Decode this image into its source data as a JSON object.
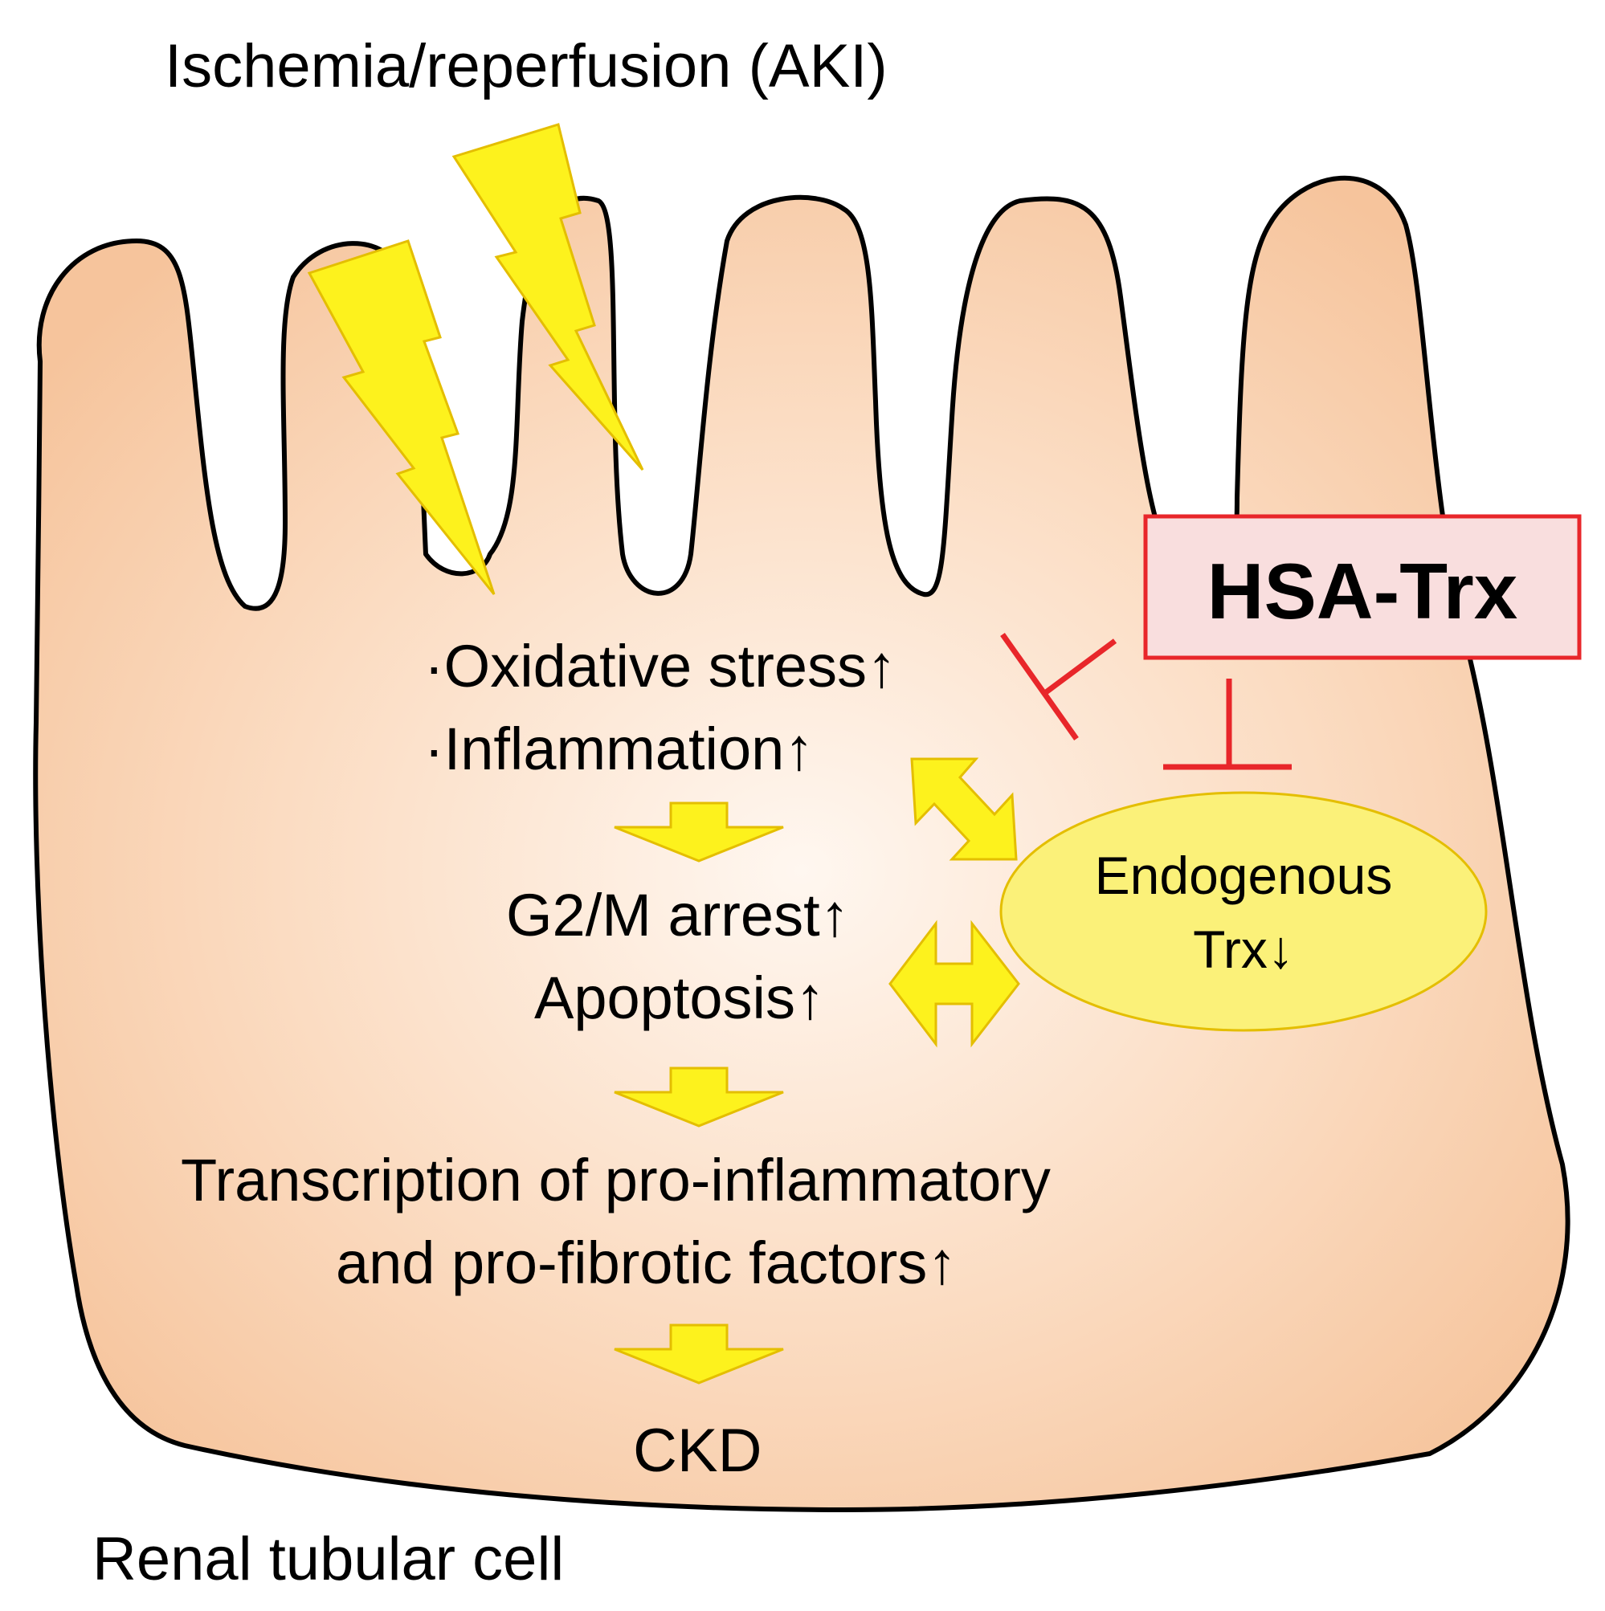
{
  "title": "Ischemia/reperfusion (AKI)",
  "cell_label": "Renal tubular cell",
  "hsa_trx": {
    "label": "HSA-Trx",
    "border_color": "#e8262a",
    "fill_color": "#f9dede"
  },
  "endogenous_trx": {
    "line1": "Endogenous",
    "line2": "Trx↓",
    "fill_color": "#fbf179"
  },
  "cascade": {
    "bullet1": "·Oxidative stress↑",
    "bullet2": "·Inflammation↑",
    "step2_line1": "G2/M arrest↑",
    "step2_line2": "Apoptosis↑",
    "step3_line1": "Transcription of pro-inflammatory",
    "step3_line2": "and pro-fibrotic factors↑",
    "outcome": "CKD"
  },
  "colors": {
    "cell_fill": "#f7c9a3",
    "cell_center": "#fff6ef",
    "arrow_yellow": "#fdf21d",
    "arrow_stroke": "#e4be00",
    "inhibit_red": "#e8262a"
  }
}
